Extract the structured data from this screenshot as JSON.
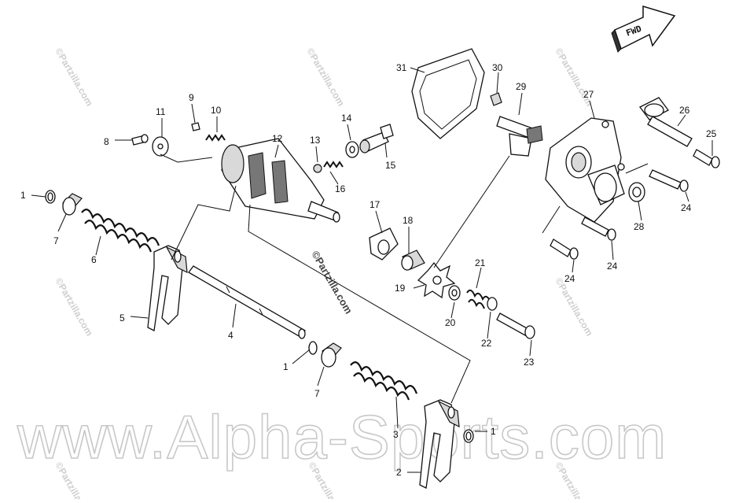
{
  "diagram": {
    "callouts": [
      "1",
      "2",
      "3",
      "4",
      "5",
      "6",
      "7",
      "8",
      "9",
      "10",
      "11",
      "12",
      "13",
      "14",
      "15",
      "16",
      "17",
      "18",
      "19",
      "20",
      "21",
      "22",
      "23",
      "24",
      "25",
      "26",
      "27",
      "28",
      "29",
      "30",
      "31"
    ],
    "direction_arrow_label": "FWD",
    "small_watermark": "©Partzilla.com",
    "large_watermark": "www.Alpha-Sports.com",
    "colors": {
      "ink": "#111111",
      "watermark": "#c8c8c8",
      "background": "#ffffff"
    }
  }
}
